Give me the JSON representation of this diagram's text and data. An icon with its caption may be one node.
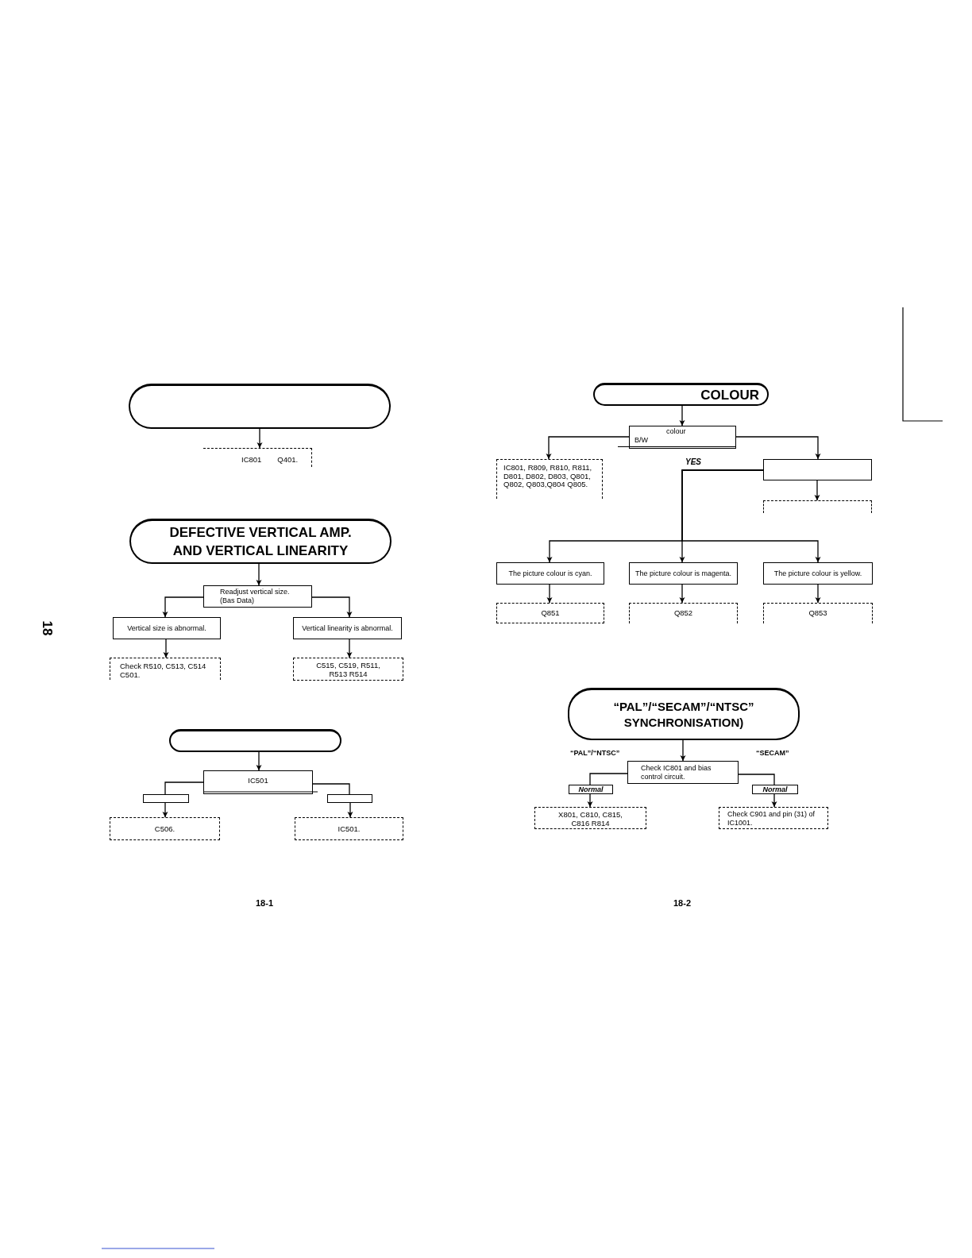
{
  "diagram": {
    "nodes": [
      {
        "text": [],
        "shape": "pill"
      },
      {
        "text": [
          "IC801",
          "Q401."
        ]
      },
      {
        "text": [
          "DEFECTIVE VERTICAL AMP. AND VERTICAL LINEARITY"
        ]
      },
      {
        "text": [
          "Readjust vertical size.",
          "(Bas Data)"
        ]
      },
      {
        "text": [
          "Vertical size is abnormal."
        ]
      },
      {
        "text": [
          "Vertical linearity is abnormal."
        ]
      },
      {
        "text": [
          "Check R510, C513, C514 C501."
        ]
      },
      {
        "text": [
          "C515, C519, R511, R513 R514"
        ]
      },
      {
        "text": [],
        "shape": "pill"
      },
      {
        "text": [
          "IC501"
        ]
      },
      {
        "text": [],
        "shape": "box"
      },
      {
        "text": [],
        "shape": "box"
      },
      {
        "text": [
          "C506."
        ]
      },
      {
        "text": [
          "IC501."
        ]
      },
      {
        "text": [
          "COLOUR"
        ]
      },
      {
        "text": [
          "colour",
          "B/W"
        ]
      },
      {
        "text": [
          "IC801, R809, R810, R811, D801, D802, D803, Q801, Q802, Q803,Q804 Q805."
        ]
      },
      {
        "text": [],
        "shape": "box"
      },
      {
        "text": [],
        "shape": "box"
      },
      {
        "text": [
          "The picture colour is cyan."
        ]
      },
      {
        "text": [
          "The picture colour is magenta."
        ]
      },
      {
        "text": [
          "The picture colour is yellow."
        ]
      },
      {
        "text": [
          "Q851"
        ]
      },
      {
        "text": [
          "Q852"
        ]
      },
      {
        "text": [
          "Q853"
        ]
      },
      {
        "text": [
          "“PAL”/“SECAM”/“NTSC” SYNCHRONISATION)"
        ]
      },
      {
        "text": [
          "Check IC801 and bias control circuit."
        ]
      },
      {
        "text": [
          "Normal"
        ]
      },
      {
        "text": [
          "Normal"
        ]
      },
      {
        "text": [
          "X801, C810, C815, C816 R814"
        ]
      },
      {
        "text": [
          "Check C901 and pin (31) of IC1001."
        ]
      }
    ],
    "edges": [
      {
        "from": 0,
        "to": 1,
        "arrow": "to"
      },
      {
        "from": 2,
        "to": 3,
        "arrow": "to"
      },
      {
        "from": 3,
        "to": 4,
        "arrow": "to"
      },
      {
        "from": 3,
        "to": 5,
        "arrow": "to"
      },
      {
        "from": 4,
        "to": 6,
        "arrow": "to"
      },
      {
        "from": 5,
        "to": 7,
        "arrow": "to"
      },
      {
        "from": 8,
        "to": 9,
        "arrow": "to"
      },
      {
        "from": 9,
        "to": 10,
        "arrow": "none"
      },
      {
        "from": 9,
        "to": 11,
        "arrow": "none"
      },
      {
        "from": 10,
        "to": 12,
        "arrow": "to"
      },
      {
        "from": 11,
        "to": 13,
        "arrow": "to"
      },
      {
        "from": 14,
        "to": 15,
        "arrow": "to"
      },
      {
        "from": 15,
        "to": 16,
        "arrow": "to"
      },
      {
        "from": 15,
        "to": 17,
        "arrow": "to"
      },
      {
        "from": 17,
        "to": 18,
        "arrow": "to"
      },
      {
        "from": 17,
        "to": 19,
        "arrow": "to"
      },
      {
        "from": 17,
        "to": 20,
        "arrow": "to",
        "label": "YES"
      },
      {
        "from": 17,
        "to": 21,
        "arrow": "to"
      },
      {
        "from": 19,
        "to": 22,
        "arrow": "to"
      },
      {
        "from": 20,
        "to": 23,
        "arrow": "to"
      },
      {
        "from": 21,
        "to": 24,
        "arrow": "to"
      },
      {
        "from": 25,
        "to": 26,
        "arrow": "to"
      },
      {
        "from": 26,
        "to": 27,
        "arrow": "none",
        "label": "“PAL”/“NTSC”"
      },
      {
        "from": 26,
        "to": 28,
        "arrow": "none",
        "label": "“SECAM”"
      },
      {
        "from": 27,
        "to": 29,
        "arrow": "to"
      },
      {
        "from": 28,
        "to": 30,
        "arrow": "to"
      }
    ],
    "labels": [
      "18",
      "18-1",
      "18-2"
    ]
  }
}
